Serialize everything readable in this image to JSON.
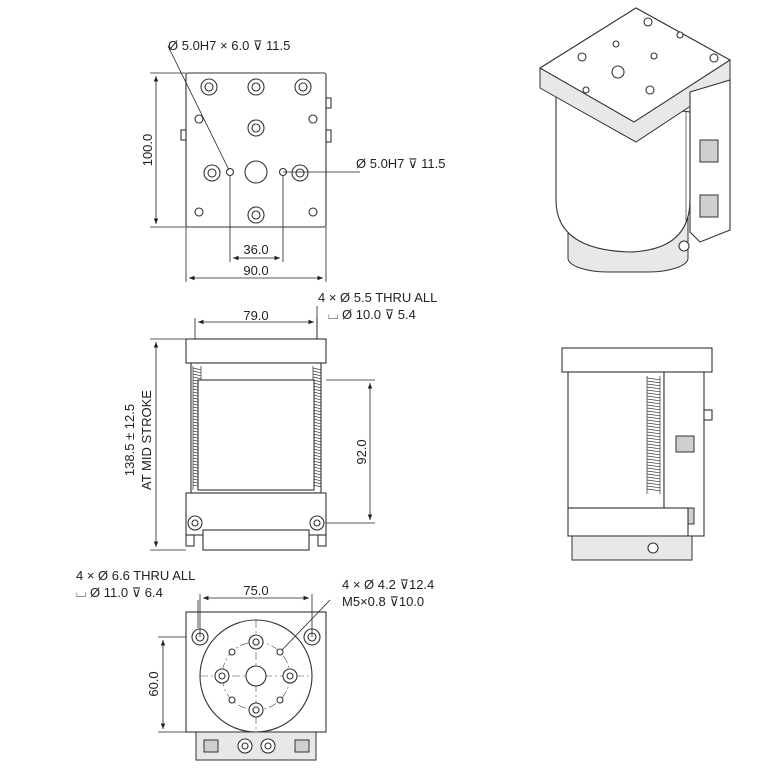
{
  "top_view": {
    "callout_top": "Ø 5.0H7 × 6.0 ⊽ 11.5",
    "callout_right": "Ø 5.0H7 ⊽ 11.5",
    "dim_height": "100.0",
    "dim_hole_spacing": "36.0",
    "dim_width": "90.0"
  },
  "front_view": {
    "dim_width": "79.0",
    "callout_line1": "4 × Ø 5.5 THRU ALL",
    "callout_line2": "⌴ Ø 10.0 ⊽ 5.4",
    "dim_height_line1": "138.5  ± 12.5",
    "dim_height_line2": "AT MID STROKE",
    "dim_stroke": "92.0"
  },
  "bottom_view": {
    "callout_left_line1": "4 × Ø 6.6 THRU ALL",
    "callout_left_line2": "⌴ Ø 11.0 ⊽ 6.4",
    "dim_width": "75.0",
    "callout_right_line1": "4 × Ø 4.2 ⊽12.4",
    "callout_right_line2": "M5×0.8 ⊽10.0",
    "dim_height": "60.0"
  },
  "colors": {
    "line": "#222222",
    "fill_light": "#e8e8e8",
    "fill_dark": "#cfcfcf"
  }
}
